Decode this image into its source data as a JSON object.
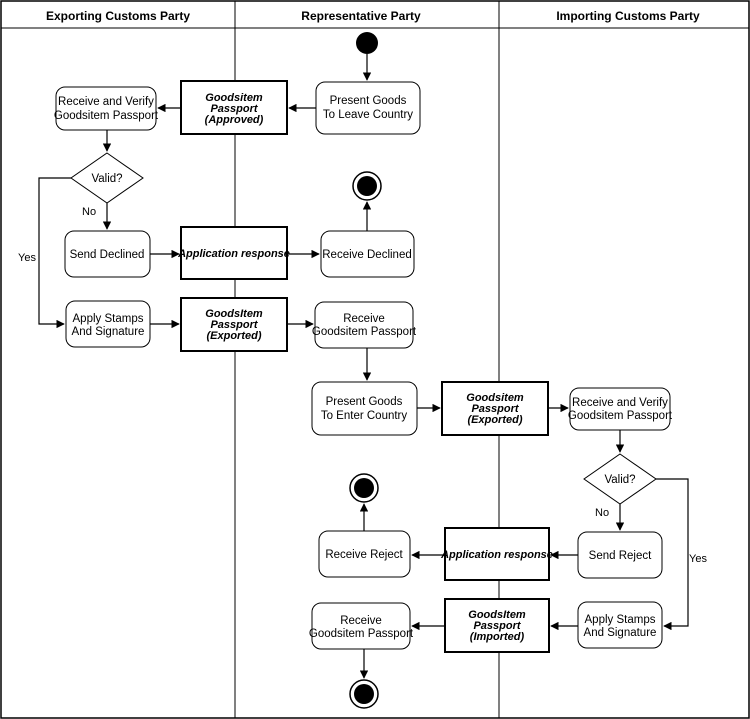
{
  "lanes": {
    "exporting": "Exporting Customs Party",
    "representative": "Representative Party",
    "importing": "Importing Customs Party"
  },
  "actions": {
    "present_leave": [
      "Present Goods",
      "To Leave Country"
    ],
    "receive_verify_export": [
      "Receive and Verify",
      "Goodsitem Passport"
    ],
    "send_declined": [
      "Send Declined"
    ],
    "receive_declined": [
      "Receive Declined"
    ],
    "apply_stamps_export": [
      "Apply Stamps",
      "And Signature"
    ],
    "receive_passport_1": [
      "Receive",
      "Goodsitem Passport"
    ],
    "present_enter": [
      "Present Goods",
      "To Enter Country"
    ],
    "receive_verify_import": [
      "Receive and Verify",
      "Goodsitem Passport"
    ],
    "send_reject": [
      "Send Reject"
    ],
    "receive_reject": [
      "Receive Reject"
    ],
    "apply_stamps_import": [
      "Apply Stamps",
      "And Signature"
    ],
    "receive_passport_2": [
      "Receive",
      "Goodsitem Passport"
    ]
  },
  "objects": {
    "approved": [
      "Goodsitem",
      "Passport",
      "(Approved)"
    ],
    "app_response_1": [
      "Application response"
    ],
    "exported_1": [
      "GoodsItem",
      "Passport",
      "(Exported)"
    ],
    "exported_2": [
      "Goodsitem",
      "Passport",
      "(Exported)"
    ],
    "app_response_2": [
      "Application response"
    ],
    "imported": [
      "GoodsItem",
      "Passport",
      "(Imported)"
    ]
  },
  "decisions": {
    "valid_export": "Valid?",
    "valid_import": "Valid?"
  },
  "guards": {
    "no_export": "No",
    "yes_export": "Yes",
    "no_import": "No",
    "yes_import": "Yes"
  }
}
